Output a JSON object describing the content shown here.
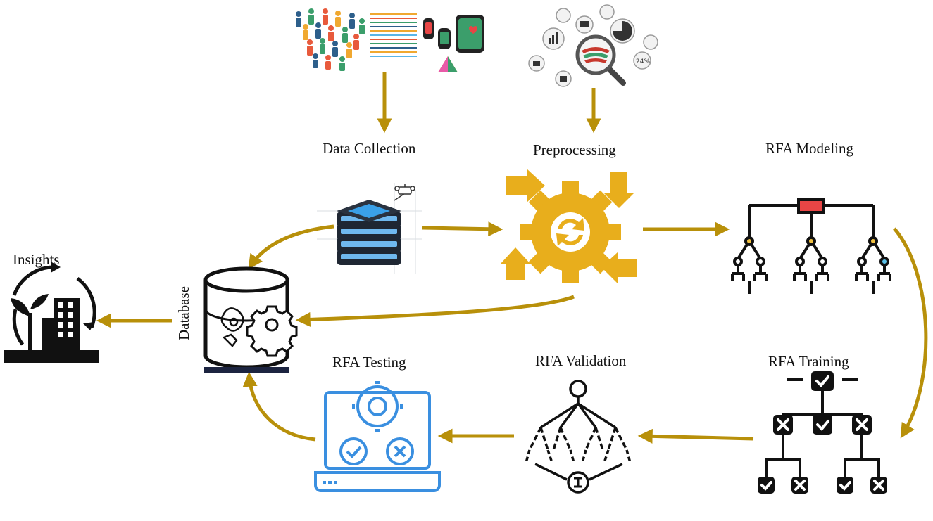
{
  "labels": {
    "data_collection": "Data Collection",
    "preprocessing": "Preprocessing",
    "rfa_modeling": "RFA Modeling",
    "insights": "Insights",
    "database": "Database",
    "rfa_testing": "RFA Testing",
    "rfa_validation": "RFA Validation",
    "rfa_training": "RFA Training"
  },
  "colors": {
    "arrow": "#B8900A",
    "gear": "#E8AE1C",
    "ink": "#111111",
    "blue": "#3A8FE0",
    "red": "#E84545"
  },
  "icons": {
    "people_devices": "people-devices-icon",
    "analytics": "analytics-magnifier-icon",
    "server": "server-stack-icon",
    "gear": "gear-arrows-icon",
    "tree": "decision-tree-icon",
    "database": "database-gears-icon",
    "city": "plant-building-cycle-icon",
    "laptop": "laptop-check-icon",
    "network": "network-tree-icon",
    "training": "check-cross-tree-icon"
  }
}
